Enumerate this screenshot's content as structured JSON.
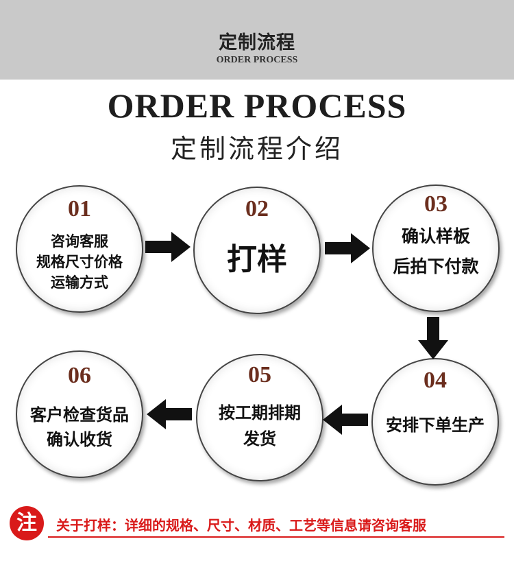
{
  "header": {
    "title": "定制流程",
    "subtitle": "ORDER PROCESS"
  },
  "main": {
    "title_en": "ORDER PROCESS",
    "title_cn": "定制流程介绍"
  },
  "steps": [
    {
      "num": "01",
      "lines": [
        "咨询客服",
        "规格尺寸价格",
        "运输方式"
      ]
    },
    {
      "num": "02",
      "lines": [
        "打样"
      ]
    },
    {
      "num": "03",
      "lines": [
        "确认样板",
        "后拍下付款"
      ]
    },
    {
      "num": "04",
      "lines": [
        "安排下单生产"
      ]
    },
    {
      "num": "05",
      "lines": [
        "按工期排期",
        "发货"
      ]
    },
    {
      "num": "06",
      "lines": [
        "客户检查货品",
        "确认收货"
      ]
    }
  ],
  "note": {
    "badge": "注",
    "text": "关于打样：详细的规格、尺寸、材质、工艺等信息请咨询客服"
  },
  "colors": {
    "number": "#6b2e1e",
    "note": "#d91a1a",
    "banner": "#c9c9c9"
  }
}
